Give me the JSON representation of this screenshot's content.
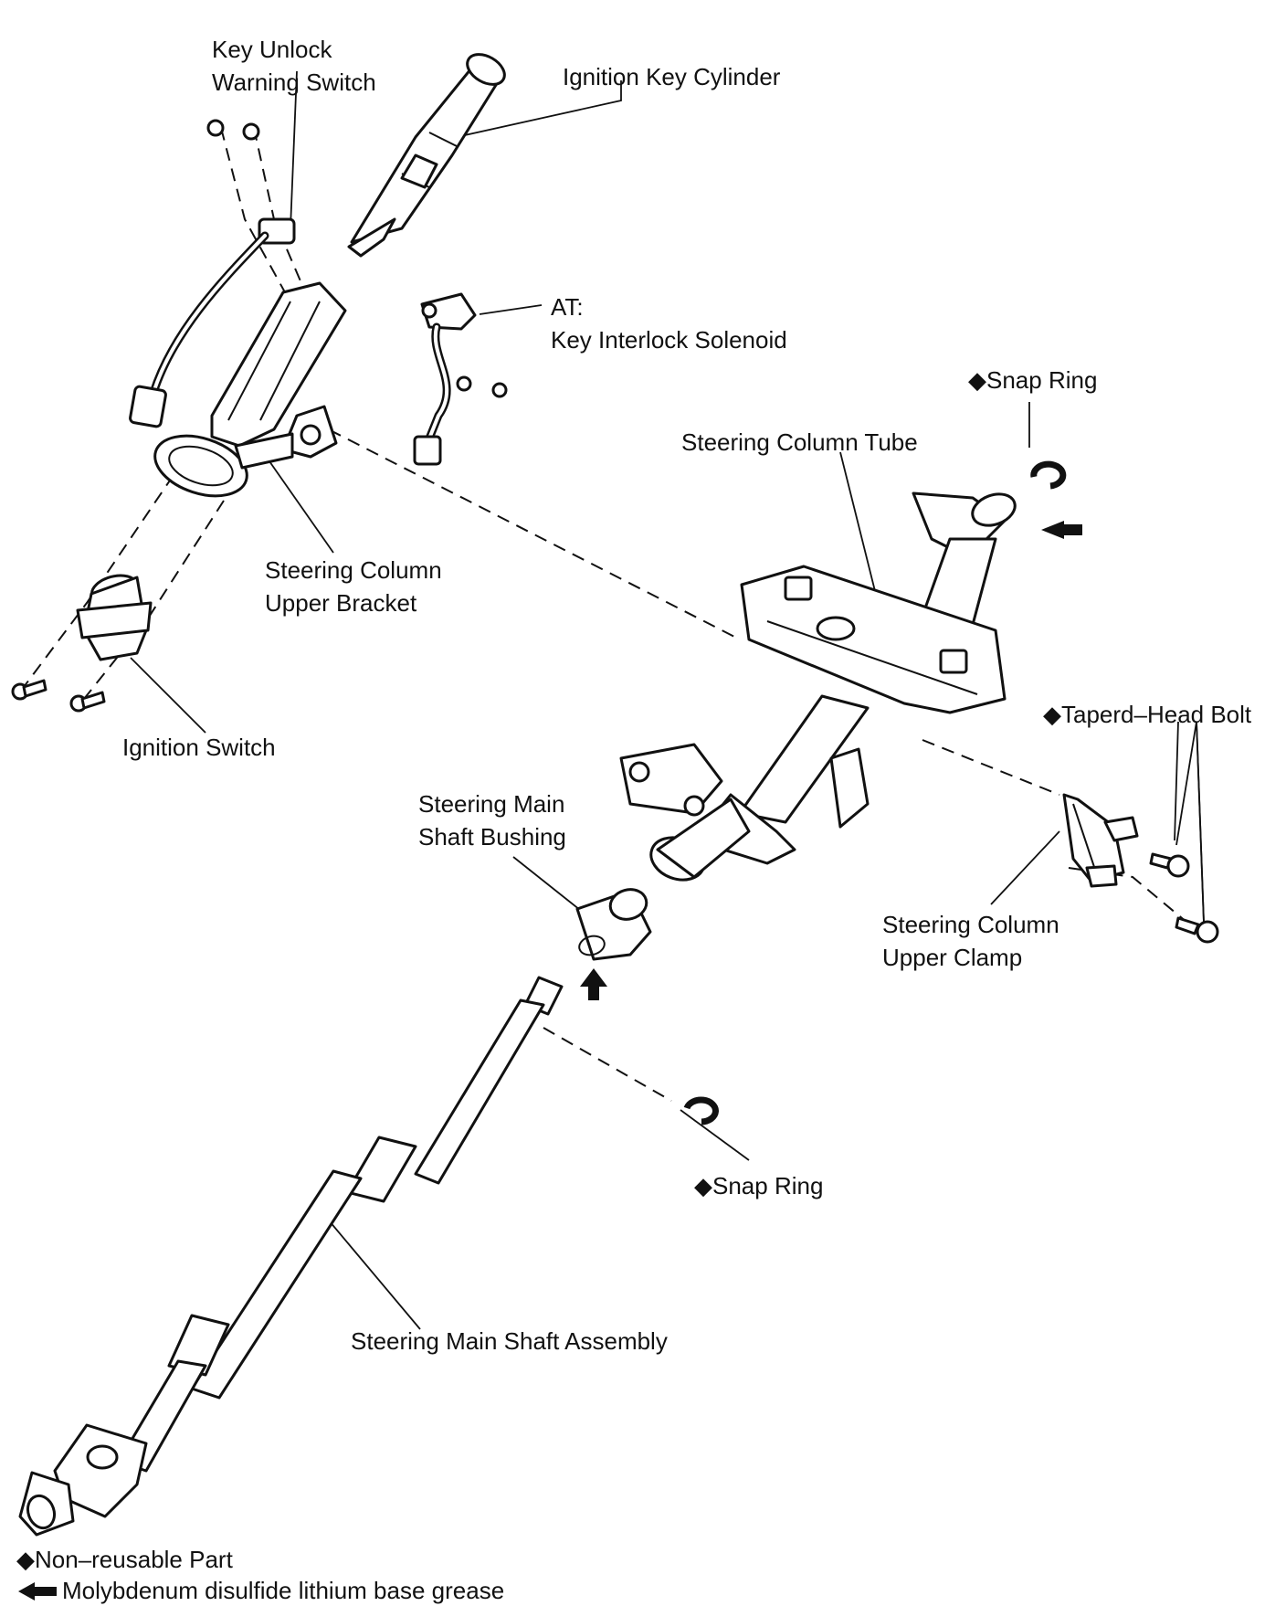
{
  "labels": {
    "key_unlock_warning_switch": [
      "Key Unlock",
      "Warning Switch"
    ],
    "ignition_key_cylinder": "Ignition Key Cylinder",
    "key_interlock_solenoid": [
      "AT:",
      "Key Interlock Solenoid"
    ],
    "snap_ring_upper": "◆Snap Ring",
    "steering_column_tube": "Steering Column Tube",
    "steering_column_upper_bracket": [
      "Steering Column",
      "Upper Bracket"
    ],
    "ignition_switch": "Ignition Switch",
    "tapered_head_bolt": "◆Taperd–Head Bolt",
    "steering_main_shaft_bushing": [
      "Steering Main",
      "Shaft Bushing"
    ],
    "steering_column_upper_clamp": [
      "Steering Column",
      "Upper Clamp"
    ],
    "snap_ring_lower": "◆Snap Ring",
    "steering_main_shaft_assembly": "Steering Main Shaft Assembly"
  },
  "legend": {
    "non_reusable": "◆Non–reusable Part",
    "grease": "Molybdenum disulfide lithium base grease"
  },
  "icons": {
    "non_reusable": "diamond-icon",
    "grease": "arrow-left-icon"
  }
}
